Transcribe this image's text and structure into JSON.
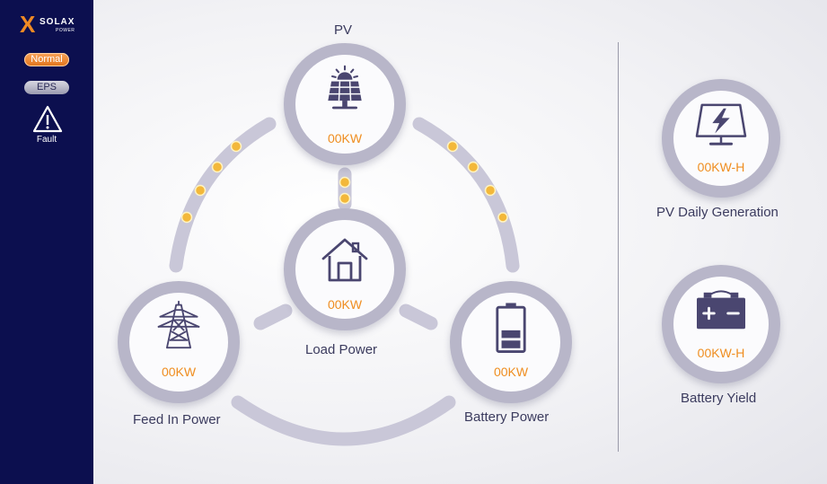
{
  "brand": {
    "mark": "X",
    "name": "SOLAX",
    "sub": "POWER"
  },
  "sidebar": {
    "modes": [
      {
        "label": "Normal",
        "active": true
      },
      {
        "label": "EPS",
        "active": false
      }
    ],
    "fault": {
      "label": "Fault",
      "icon": "warning-triangle-icon"
    }
  },
  "colors": {
    "sidebar": "#0c0f4f",
    "accent": "#ef8d1f",
    "ring": "#b8b6c9",
    "icon": "#4a4670",
    "flow_dot": "#f3b83a"
  },
  "nodes": {
    "pv": {
      "label": "PV",
      "value": "00KW",
      "icon": "solar-panel-icon"
    },
    "load": {
      "label": "Load Power",
      "value": "00KW",
      "icon": "house-icon"
    },
    "grid": {
      "label": "Feed In Power",
      "value": "00KW",
      "icon": "power-tower-icon"
    },
    "battery": {
      "label": "Battery Power",
      "value": "00KW",
      "icon": "battery-icon"
    }
  },
  "stats": {
    "pv_daily": {
      "label": "PV Daily Generation",
      "value": "00KW-H",
      "icon": "pv-monitor-lightning-icon"
    },
    "battery_yield": {
      "label": "Battery Yield",
      "value": "00KW-H",
      "icon": "car-battery-icon"
    }
  }
}
